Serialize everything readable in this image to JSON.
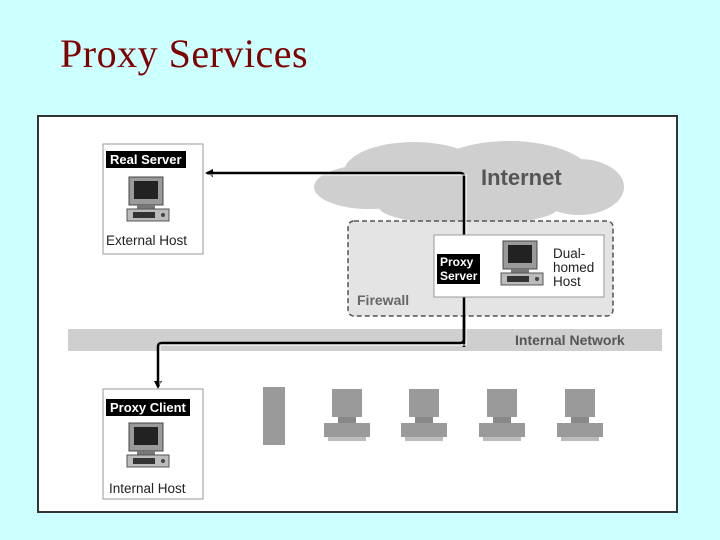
{
  "title": "Proxy Services",
  "diagram": {
    "internet_label": "Internet",
    "firewall_label": "Firewall",
    "internal_network_label": "Internal Network",
    "real_server_label": "Real Server",
    "external_host_label": "External Host",
    "proxy_server_label_line1": "Proxy",
    "proxy_server_label_line2": "Server",
    "dual_homed_line1": "Dual-",
    "dual_homed_line2": "homed",
    "dual_homed_line3": "Host",
    "proxy_client_label": "Proxy Client",
    "internal_host_label": "Internal Host"
  }
}
